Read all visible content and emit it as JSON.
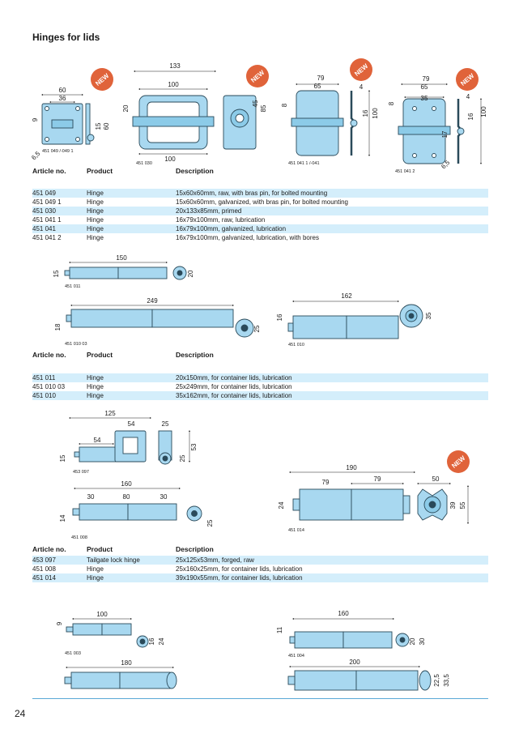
{
  "page": {
    "title": "Hinges for lids",
    "page_number": "24"
  },
  "colors": {
    "part_fill": "#a8d8f0",
    "part_stroke": "#2a4a5a",
    "tint": "#d4eefb",
    "badge": "#e0633a",
    "rule": "#5aa9d6"
  },
  "badge_text": "NEW",
  "table_headers": {
    "article": "Article no.",
    "product": "Product",
    "description": "Description"
  },
  "section1": {
    "dims": [
      "60",
      "36",
      "9",
      "15",
      "60",
      "6,5",
      "133",
      "100",
      "20",
      "45",
      "85",
      "100",
      "79",
      "65",
      "8",
      "4",
      "16",
      "100",
      "79",
      "65",
      "35",
      "8",
      "4",
      "16",
      "17",
      "100",
      "6,5"
    ],
    "labels": [
      "451 049 /-049 1",
      "451 030",
      "451 041 1 /-041",
      "451 041 2"
    ],
    "rows": [
      {
        "article": "451 049",
        "product": "Hinge",
        "description": "15x60x60mm, raw, with bras pin, for bolted mounting"
      },
      {
        "article": "451 049 1",
        "product": "Hinge",
        "description": "15x60x60mm, galvanized, with bras pin, for bolted mounting"
      },
      {
        "article": "451 030",
        "product": "Hinge",
        "description": "20x133x85mm, primed"
      },
      {
        "article": "451 041 1",
        "product": "Hinge",
        "description": "16x79x100mm, raw, lubrication"
      },
      {
        "article": "451 041",
        "product": "Hinge",
        "description": "16x79x100mm, galvanized, lubrication"
      },
      {
        "article": "451 041 2",
        "product": "Hinge",
        "description": "16x79x100mm, galvanized, lubrication, with bores"
      }
    ]
  },
  "section2": {
    "dims": [
      "150",
      "15",
      "20",
      "249",
      "18",
      "25",
      "162",
      "16",
      "35"
    ],
    "labels": [
      "451 011",
      "451 010 03",
      "451 010"
    ],
    "rows": [
      {
        "article": "451 011",
        "product": "Hinge",
        "description": "20x150mm, for container lids, lubrication"
      },
      {
        "article": "451 010 03",
        "product": "Hinge",
        "description": "25x249mm, for container lids, lubrication"
      },
      {
        "article": "451 010",
        "product": "Hinge",
        "description": "35x162mm, for container lids, lubrication"
      }
    ]
  },
  "section3": {
    "dims": [
      "125",
      "54",
      "25",
      "54",
      "15",
      "25",
      "53",
      "160",
      "30",
      "80",
      "30",
      "14",
      "25",
      "190",
      "79",
      "79",
      "50",
      "24",
      "39",
      "55"
    ],
    "labels": [
      "453 097",
      "451 008",
      "451 014"
    ],
    "rows": [
      {
        "article": "453 097",
        "product": "Tailgate lock hinge",
        "description": "25x125x53mm, forged, raw"
      },
      {
        "article": "451 008",
        "product": "Hinge",
        "description": "25x160x25mm, for container lids, lubrication"
      },
      {
        "article": "451 014",
        "product": "Hinge",
        "description": "39x190x55mm, for container lids, lubrication"
      }
    ]
  },
  "section4": {
    "dims": [
      "100",
      "9",
      "16",
      "24",
      "160",
      "11",
      "20",
      "30",
      "180",
      "200",
      "22,5",
      "33,5"
    ],
    "labels": [
      "451 003",
      "451 004"
    ]
  }
}
